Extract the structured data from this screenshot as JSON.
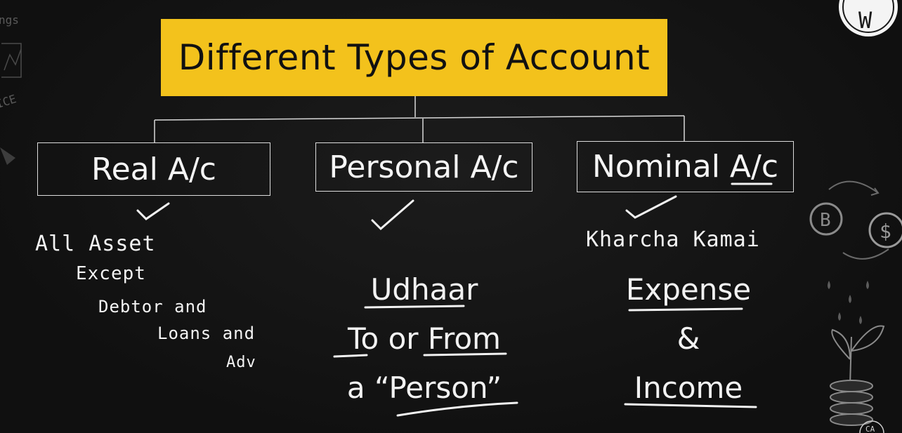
{
  "title": "Different Types of Account",
  "accounts": {
    "real": {
      "label": "Real A/c",
      "note_lines": [
        "All Asset",
        "Except",
        "Debtor and",
        "Loans and",
        "Adv"
      ]
    },
    "personal": {
      "label": "Personal A/c",
      "lines": [
        "Udhaar",
        "To or From",
        "a “Person”"
      ]
    },
    "nominal": {
      "label": "Nominal A/c",
      "note": "Kharcha Kamai",
      "lines": [
        "Expense",
        "&",
        "Income"
      ]
    }
  },
  "logo_text": "W",
  "corner_mark": "CA",
  "colors": {
    "title_bg": "#f3c21c",
    "board": "#121212",
    "chalk": "#f2f2f2"
  }
}
